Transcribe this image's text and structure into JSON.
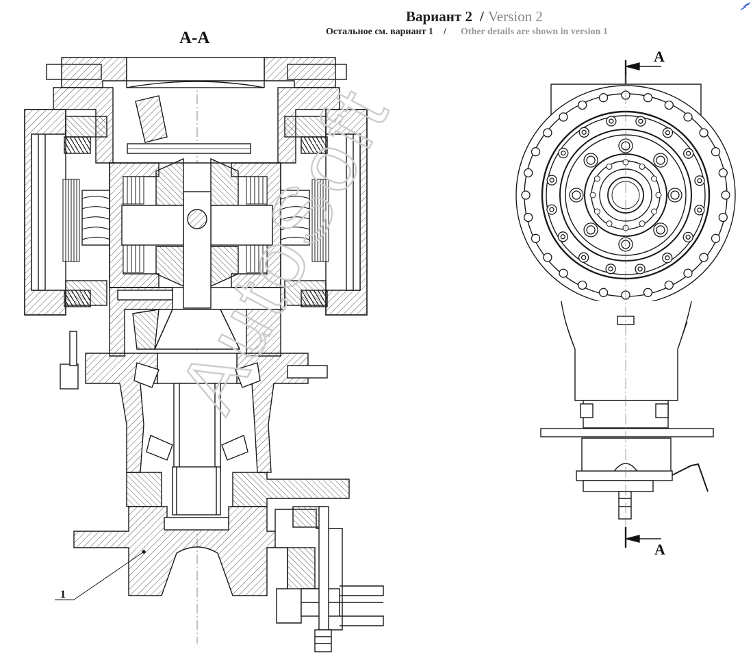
{
  "header": {
    "title_ru": "Вариант 2",
    "title_sep": "/",
    "title_en": "Version 2",
    "subtitle_ru": "Остальное см. вариант 1",
    "subtitle_sep": "/",
    "subtitle_en": "Other details are shown in version 1"
  },
  "section": {
    "title": "А-А",
    "arrow_top_label": "А",
    "arrow_bottom_label": "А"
  },
  "callouts": {
    "part_1": "1"
  },
  "watermark": {
    "text": "AutoSoft",
    "color": "#cccccc"
  },
  "colors": {
    "line": "#1a1a1a",
    "hatch": "#555555"
  }
}
